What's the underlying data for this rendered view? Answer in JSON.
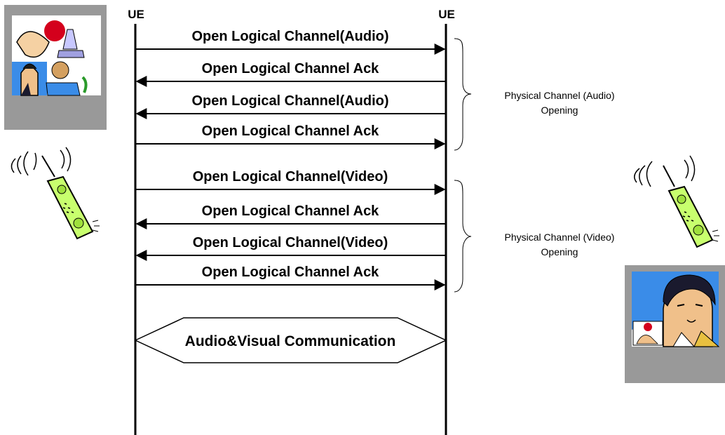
{
  "lifelines": {
    "left": "UE",
    "right": "UE"
  },
  "messages": [
    {
      "label": "Open Logical Channel(Audio)",
      "direction": "right"
    },
    {
      "label": "Open Logical Channel Ack",
      "direction": "left"
    },
    {
      "label": "Open Logical Channel(Audio)",
      "direction": "left"
    },
    {
      "label": "Open Logical Channel Ack",
      "direction": "right"
    },
    {
      "label": "Open Logical Channel(Video)",
      "direction": "right"
    },
    {
      "label": "Open Logical Channel Ack",
      "direction": "left"
    },
    {
      "label": "Open Logical Channel(Video)",
      "direction": "left"
    },
    {
      "label": "Open Logical Channel Ack",
      "direction": "right"
    }
  ],
  "groups": [
    {
      "line1": "Physical Channel (Audio)",
      "line2": "Opening"
    },
    {
      "line1": "Physical Channel (Video)",
      "line2": "Opening"
    }
  ],
  "communication": {
    "label": "Audio&Visual Communication"
  },
  "colors": {
    "line": "#000000",
    "card_bg": "#999999",
    "phone_green": "#c8ff6e",
    "sky_blue": "#2a7fe0"
  }
}
